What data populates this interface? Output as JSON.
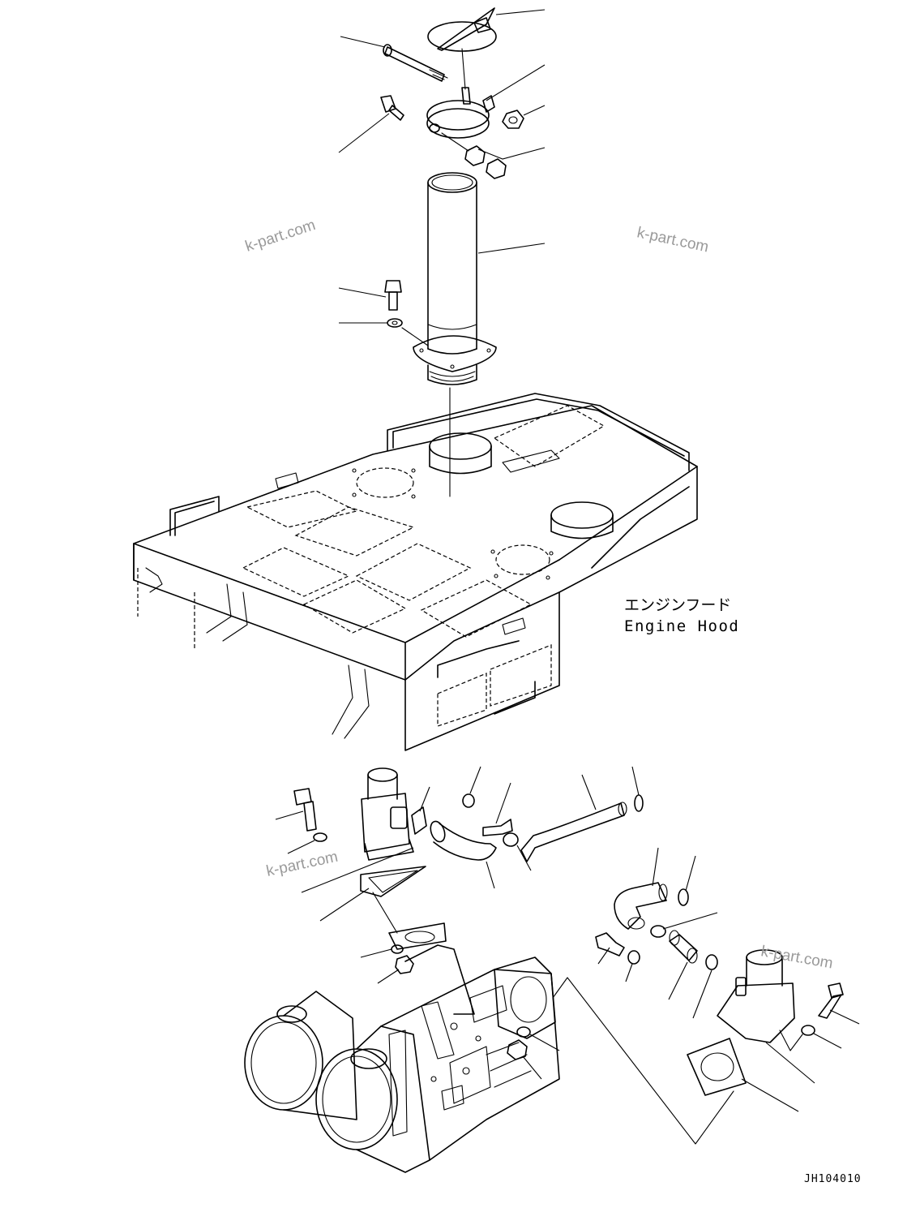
{
  "diagram": {
    "hood_label_jp": "エンジンフード",
    "hood_label_en": "Engine Hood",
    "drawing_code": "JH104010",
    "watermarks": [
      "k-part.com",
      "k-part.com",
      "k-part.com",
      "k-part.com"
    ]
  }
}
